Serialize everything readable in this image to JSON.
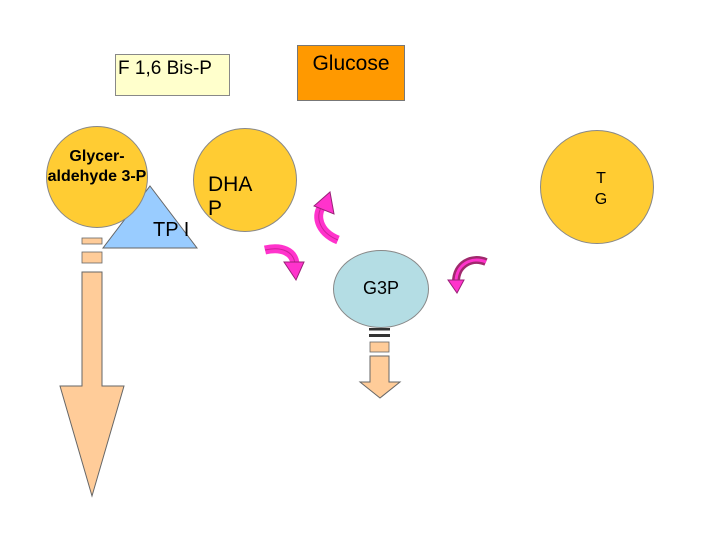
{
  "nodes": {
    "f16_bisp": "F 1,6 Bis-P",
    "glucose": "Glucose",
    "glyceraldehyde_3p": "Glycer-aldehyde 3-P",
    "dhap": "DHA P",
    "tpi": "TP I",
    "tg": "T G",
    "g3p": "G3P"
  },
  "colors": {
    "yellow_node": "#ffcc33",
    "pale_yellow_box": "#ffffcc",
    "orange_box": "#ff9900",
    "blue_node": "#b4dde4",
    "tpi_triangle": "#99ccff",
    "arrow_magenta": "#ff33cc",
    "down_arrow_fill": "#ffcc99"
  }
}
